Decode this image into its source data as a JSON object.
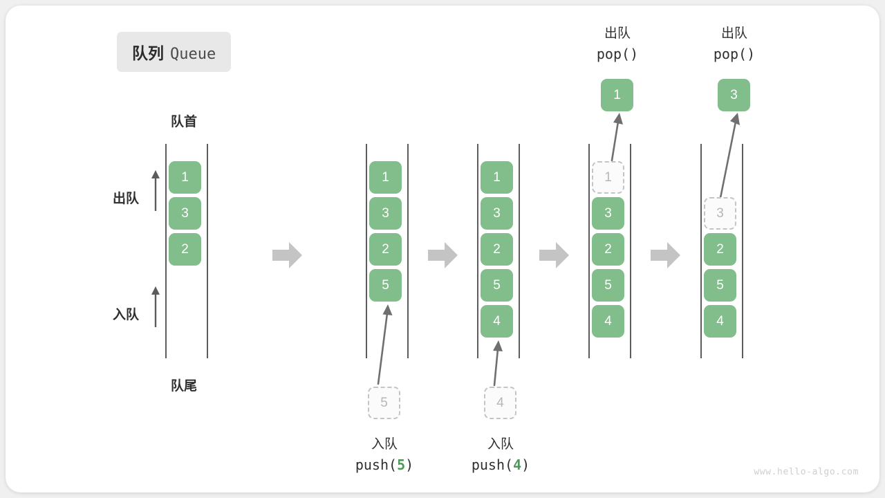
{
  "title": {
    "cn": "队列",
    "en": "Queue"
  },
  "labels": {
    "front": "队首",
    "rear": "队尾",
    "dequeue": "出队",
    "enqueue": "入队"
  },
  "colors": {
    "element": "#82bd8c",
    "ghost_border": "#c4c4c4",
    "rail": "#5c5c5c",
    "accent_number": "#4c9a5a",
    "step_arrow": "#c4c4c4",
    "card": "#ffffff",
    "background": "#f0f0f0",
    "badge": "#e8e8e8"
  },
  "columns": [
    {
      "name": "initial",
      "cells": [
        "1",
        "3",
        "2"
      ],
      "ghost": null
    },
    {
      "name": "after-push-5",
      "cells": [
        "1",
        "3",
        "2",
        "5"
      ],
      "ghost": null
    },
    {
      "name": "after-push-4",
      "cells": [
        "1",
        "3",
        "2",
        "5",
        "4"
      ],
      "ghost": null
    },
    {
      "name": "pop-1",
      "cells": [
        "3",
        "2",
        "5",
        "4"
      ],
      "ghost": "1"
    },
    {
      "name": "pop-3",
      "cells": [
        "2",
        "5",
        "4"
      ],
      "ghost": "3"
    }
  ],
  "operations": [
    {
      "name": "push-5",
      "cn": "入队",
      "code_prefix": "push(",
      "code_num": "5",
      "code_suffix": ")",
      "ghost": "5"
    },
    {
      "name": "push-4",
      "cn": "入队",
      "code_prefix": "push(",
      "code_num": "4",
      "code_suffix": ")",
      "ghost": "4"
    },
    {
      "name": "pop-1",
      "cn": "出队",
      "code_prefix": "pop(",
      "code_num": "",
      "code_suffix": ")",
      "popped": "1"
    },
    {
      "name": "pop-3",
      "cn": "出队",
      "code_prefix": "pop(",
      "code_num": "",
      "code_suffix": ")",
      "popped": "3"
    }
  ],
  "watermark": "www.hello-algo.com"
}
